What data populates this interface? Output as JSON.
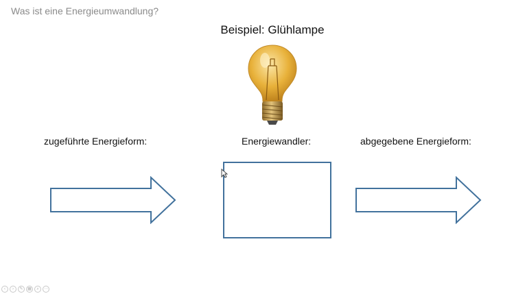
{
  "slide": {
    "header_title": "Was ist eine Energieumwandlung?",
    "example_title": "Beispiel: Glühlampe",
    "labels": {
      "input": "zugeführte Energieform:",
      "converter": "Energiewandler:",
      "output": "abgegebene Energieform:"
    }
  },
  "icons": {
    "bulb": "filament-bulb-icon",
    "arrow": "outline-right-arrow-icon",
    "cursor": "mouse-pointer-icon"
  },
  "colors": {
    "shape_outline": "#41719c",
    "bulb_glass": "#e8b13a",
    "bulb_base": "#c89a3e",
    "header_text": "#8a8a8a"
  },
  "player_controls": [
    {
      "name": "prev-control-icon"
    },
    {
      "name": "play-control-icon"
    },
    {
      "name": "edit-control-icon"
    },
    {
      "name": "slides-control-icon"
    },
    {
      "name": "zoom-control-icon"
    },
    {
      "name": "more-control-icon"
    }
  ]
}
